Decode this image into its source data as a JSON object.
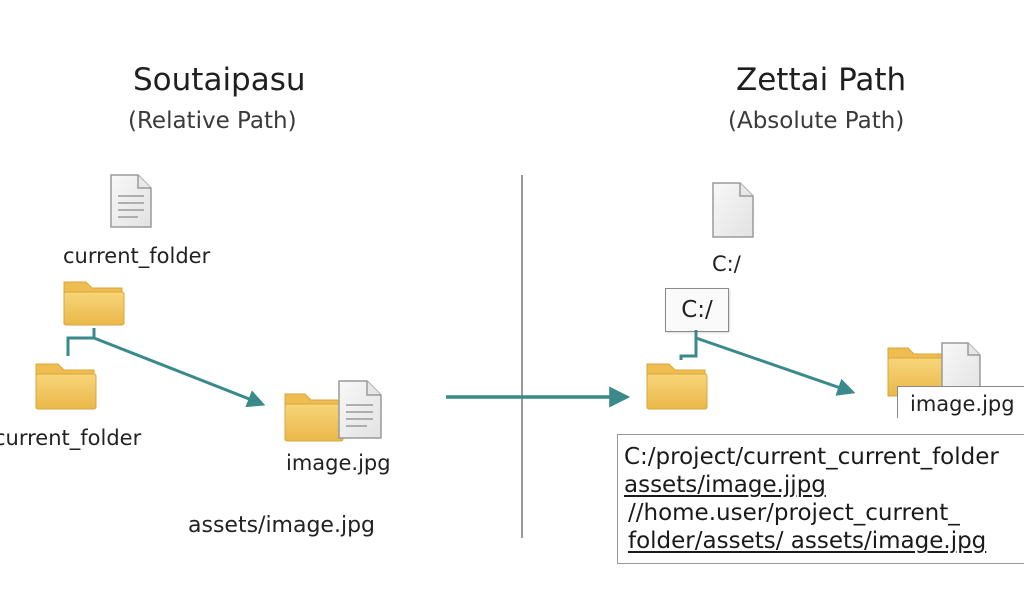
{
  "left": {
    "title": "Soutaipasu",
    "subtitle": "(Relative Path)",
    "top_folder_label": "current_folder",
    "child_folder_label": "current_folder",
    "file_label": "image.jpg",
    "path_caption": "assets/image.jpg"
  },
  "right": {
    "title": "Zettai Path",
    "subtitle": "(Absolute Path)",
    "root_label": "C:/",
    "root_box_label": "C:/",
    "file_label": "image.jpg",
    "path_lines": [
      "C:/project/current_current_folder",
      "assets/image.jjpg",
      "//home.user/project_current_",
      "folder/assets/ assets/image.jpg"
    ]
  },
  "colors": {
    "arrow": "#3a8a8c",
    "folder": "#f2c45a",
    "divider": "#9a9a9a"
  },
  "icons": [
    "document-icon",
    "folder-icon",
    "file-icon"
  ]
}
